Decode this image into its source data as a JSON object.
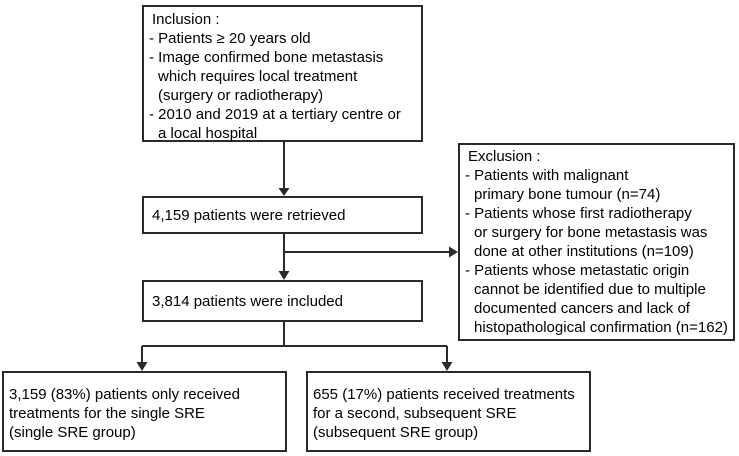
{
  "diagram": {
    "type": "patient-flowchart",
    "colors": {
      "background": "#ffffff",
      "box_fill": "#ffffff",
      "border": "#2a2a2a",
      "text": "#000000"
    },
    "boxes": {
      "inclusion": {
        "lines": [
          "Inclusion :",
          "- Patients ≥ 20 years old",
          "- Image confirmed bone metastasis",
          "which requires local treatment",
          "(surgery or radiotherapy)",
          "- 2010 and 2019 at a tertiary centre or",
          "a local hospital"
        ]
      },
      "retrieved": {
        "lines": [
          "4,159 patients were retrieved"
        ]
      },
      "included": {
        "lines": [
          "3,814 patients were included"
        ]
      },
      "exclusion": {
        "lines": [
          "Exclusion :",
          "- Patients with malignant",
          "primary bone tumour (n=74)",
          "- Patients whose first radiotherapy",
          "or surgery for bone metastasis was",
          "done at other institutions (n=109)",
          "- Patients whose metastatic origin",
          "cannot be identified due to multiple",
          "documented cancers and lack of",
          "histopathological confirmation (n=162)"
        ]
      },
      "single_sre": {
        "lines": [
          "3,159 (83%) patients only received",
          "treatments for the single SRE",
          "(single SRE group)"
        ]
      },
      "subsequent_sre": {
        "lines": [
          "655 (17%) patients received treatments",
          "for a second, subsequent SRE",
          "(subsequent SRE group)"
        ]
      }
    },
    "edges": [
      {
        "from": "inclusion",
        "to": "retrieved",
        "type": "arrow"
      },
      {
        "from": "retrieved",
        "to": "included",
        "type": "arrow"
      },
      {
        "from": "retrieved_included_connector",
        "to": "exclusion",
        "type": "arrow"
      },
      {
        "from": "included",
        "to": "single_sre",
        "type": "arrow"
      },
      {
        "from": "included",
        "to": "subsequent_sre",
        "type": "arrow"
      }
    ]
  }
}
